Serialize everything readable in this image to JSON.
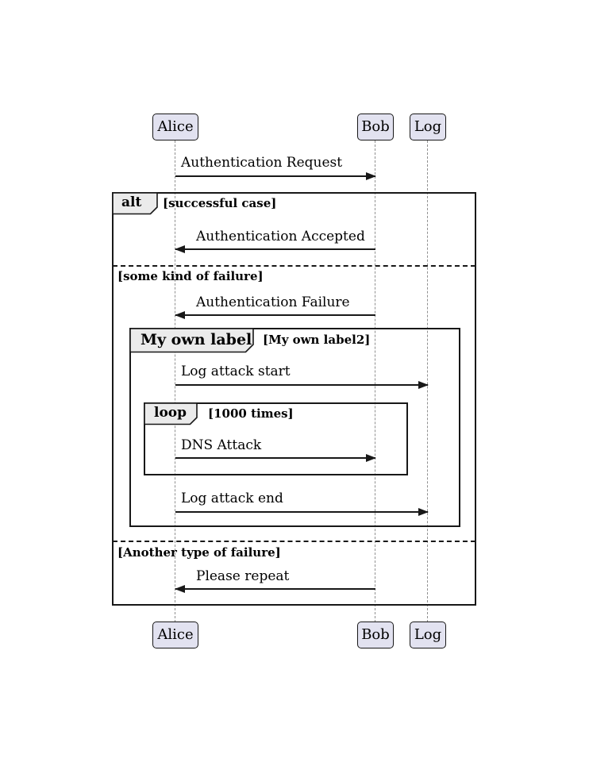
{
  "colors": {
    "background": "#FFFFFF",
    "participant_fill": "#E2E2F0",
    "participant_border": "#181818",
    "frame_border": "#181818",
    "pentagon_fill": "#EBEBEB",
    "lifeline": "#909090",
    "arrow": "#181818",
    "text": "#000000"
  },
  "participants": [
    {
      "name": "Alice"
    },
    {
      "name": "Bob"
    },
    {
      "name": "Log"
    }
  ],
  "messages": [
    {
      "label": "Authentication Request",
      "from": "Alice",
      "to": "Bob",
      "direction": "right"
    },
    {
      "label": "Authentication Accepted",
      "from": "Bob",
      "to": "Alice",
      "direction": "left"
    },
    {
      "label": "Authentication Failure",
      "from": "Bob",
      "to": "Alice",
      "direction": "left"
    },
    {
      "label": "Log attack start",
      "from": "Alice",
      "to": "Log",
      "direction": "right"
    },
    {
      "label": "DNS Attack",
      "from": "Alice",
      "to": "Bob",
      "direction": "right"
    },
    {
      "label": "Log attack end",
      "from": "Alice",
      "to": "Log",
      "direction": "right"
    },
    {
      "label": "Please repeat",
      "from": "Bob",
      "to": "Alice",
      "direction": "left"
    }
  ],
  "frames": {
    "alt": {
      "operator": "alt",
      "guard": "[successful case]"
    },
    "group": {
      "operator": "My own label",
      "guard": "[My own label2]"
    },
    "loop": {
      "operator": "loop",
      "guard": "[1000 times]"
    }
  },
  "dividers": [
    {
      "label": "[some kind of failure]"
    },
    {
      "label": "[Another type of failure]"
    }
  ]
}
